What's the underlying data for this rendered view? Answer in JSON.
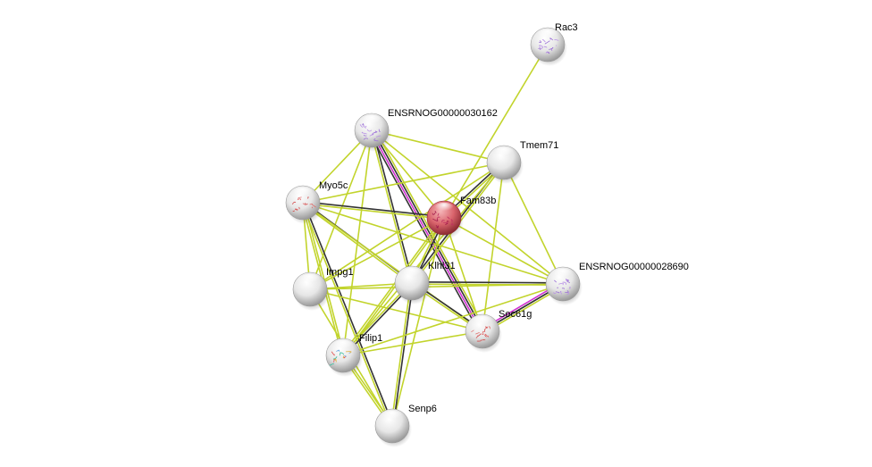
{
  "network": {
    "query_node": "Fam83b",
    "colors": {
      "textmining": "#c2d42c",
      "coexpression": "#333333",
      "experiments": "#d12fd1",
      "query_node_fill": "#d9646c",
      "node_fill": "#e0e0e0"
    },
    "nodes": [
      {
        "id": "Rac3",
        "label": "Rac3",
        "query": false,
        "structure": "purple"
      },
      {
        "id": "ENSRNOG00000030162",
        "label": "ENSRNOG00000030162",
        "query": false,
        "structure": "purple"
      },
      {
        "id": "Tmem71",
        "label": "Tmem71",
        "query": false,
        "structure": "none"
      },
      {
        "id": "Myo5c",
        "label": "Myo5c",
        "query": false,
        "structure": "red"
      },
      {
        "id": "Fam83b",
        "label": "Fam83b",
        "query": true,
        "structure": "magenta"
      },
      {
        "id": "Impg1",
        "label": "Impg1",
        "query": false,
        "structure": "none"
      },
      {
        "id": "Klhl31",
        "label": "Klhl31",
        "query": false,
        "structure": "none"
      },
      {
        "id": "ENSRNOG00000028690",
        "label": "ENSRNOG00000028690",
        "query": false,
        "structure": "purple"
      },
      {
        "id": "Sec61g",
        "label": "Sec61g",
        "query": false,
        "structure": "red"
      },
      {
        "id": "Filip1",
        "label": "Filip1",
        "query": false,
        "structure": "multi"
      },
      {
        "id": "Senp6",
        "label": "Senp6",
        "query": false,
        "structure": "none"
      }
    ],
    "edges": [
      {
        "a": "Rac3",
        "b": "Fam83b",
        "types": [
          "textmining"
        ]
      },
      {
        "a": "ENSRNOG00000030162",
        "b": "Tmem71",
        "types": [
          "textmining"
        ]
      },
      {
        "a": "ENSRNOG00000030162",
        "b": "Sec61g",
        "types": [
          "textmining",
          "coexpression",
          "experiments",
          "coexpression"
        ]
      },
      {
        "a": "ENSRNOG00000030162",
        "b": "Klhl31",
        "types": [
          "coexpression",
          "textmining"
        ]
      },
      {
        "a": "ENSRNOG00000030162",
        "b": "Myo5c",
        "types": [
          "textmining"
        ]
      },
      {
        "a": "ENSRNOG00000030162",
        "b": "Impg1",
        "types": [
          "textmining"
        ]
      },
      {
        "a": "ENSRNOG00000030162",
        "b": "Filip1",
        "types": [
          "textmining"
        ]
      },
      {
        "a": "ENSRNOG00000030162",
        "b": "Fam83b",
        "types": [
          "textmining"
        ]
      },
      {
        "a": "ENSRNOG00000030162",
        "b": "ENSRNOG00000028690",
        "types": [
          "textmining"
        ]
      },
      {
        "a": "Tmem71",
        "b": "Myo5c",
        "types": [
          "textmining"
        ]
      },
      {
        "a": "Tmem71",
        "b": "Fam83b",
        "types": [
          "textmining",
          "coexpression"
        ]
      },
      {
        "a": "Tmem71",
        "b": "Klhl31",
        "types": [
          "textmining",
          "coexpression"
        ]
      },
      {
        "a": "Tmem71",
        "b": "Impg1",
        "types": [
          "textmining"
        ]
      },
      {
        "a": "Tmem71",
        "b": "Sec61g",
        "types": [
          "textmining"
        ]
      },
      {
        "a": "Tmem71",
        "b": "ENSRNOG00000028690",
        "types": [
          "textmining"
        ]
      },
      {
        "a": "Tmem71",
        "b": "Filip1",
        "types": [
          "textmining"
        ]
      },
      {
        "a": "Myo5c",
        "b": "Fam83b",
        "types": [
          "coexpression",
          "textmining"
        ]
      },
      {
        "a": "Myo5c",
        "b": "Klhl31",
        "types": [
          "coexpression",
          "textmining"
        ]
      },
      {
        "a": "Myo5c",
        "b": "Senp6",
        "types": [
          "coexpression",
          "textmining"
        ]
      },
      {
        "a": "Myo5c",
        "b": "Filip1",
        "types": [
          "textmining",
          "textmining"
        ]
      },
      {
        "a": "Myo5c",
        "b": "Sec61g",
        "types": [
          "textmining"
        ]
      },
      {
        "a": "Myo5c",
        "b": "ENSRNOG00000028690",
        "types": [
          "textmining"
        ]
      },
      {
        "a": "Myo5c",
        "b": "Impg1",
        "types": [
          "textmining"
        ]
      },
      {
        "a": "Fam83b",
        "b": "Klhl31",
        "types": [
          "coexpression",
          "textmining"
        ]
      },
      {
        "a": "Fam83b",
        "b": "Impg1",
        "types": [
          "textmining"
        ]
      },
      {
        "a": "Fam83b",
        "b": "Filip1",
        "types": [
          "textmining",
          "textmining"
        ]
      },
      {
        "a": "Fam83b",
        "b": "Sec61g",
        "types": [
          "textmining"
        ]
      },
      {
        "a": "Fam83b",
        "b": "ENSRNOG00000028690",
        "types": [
          "textmining"
        ]
      },
      {
        "a": "Fam83b",
        "b": "Senp6",
        "types": [
          "textmining"
        ]
      },
      {
        "a": "Impg1",
        "b": "Klhl31",
        "types": [
          "textmining"
        ]
      },
      {
        "a": "Impg1",
        "b": "ENSRNOG00000028690",
        "types": [
          "textmining"
        ]
      },
      {
        "a": "Impg1",
        "b": "Sec61g",
        "types": [
          "textmining"
        ]
      },
      {
        "a": "Impg1",
        "b": "Senp6",
        "types": [
          "textmining"
        ]
      },
      {
        "a": "Klhl31",
        "b": "ENSRNOG00000028690",
        "types": [
          "coexpression",
          "textmining"
        ]
      },
      {
        "a": "Klhl31",
        "b": "Sec61g",
        "types": [
          "coexpression",
          "textmining"
        ]
      },
      {
        "a": "Klhl31",
        "b": "Filip1",
        "types": [
          "coexpression",
          "textmining"
        ]
      },
      {
        "a": "Klhl31",
        "b": "Senp6",
        "types": [
          "coexpression",
          "textmining"
        ]
      },
      {
        "a": "ENSRNOG00000028690",
        "b": "Sec61g",
        "types": [
          "textmining",
          "coexpression",
          "experiments"
        ]
      },
      {
        "a": "ENSRNOG00000028690",
        "b": "Filip1",
        "types": [
          "textmining"
        ]
      },
      {
        "a": "Sec61g",
        "b": "Filip1",
        "types": [
          "textmining"
        ]
      },
      {
        "a": "Filip1",
        "b": "Senp6",
        "types": [
          "textmining",
          "textmining"
        ]
      }
    ]
  }
}
